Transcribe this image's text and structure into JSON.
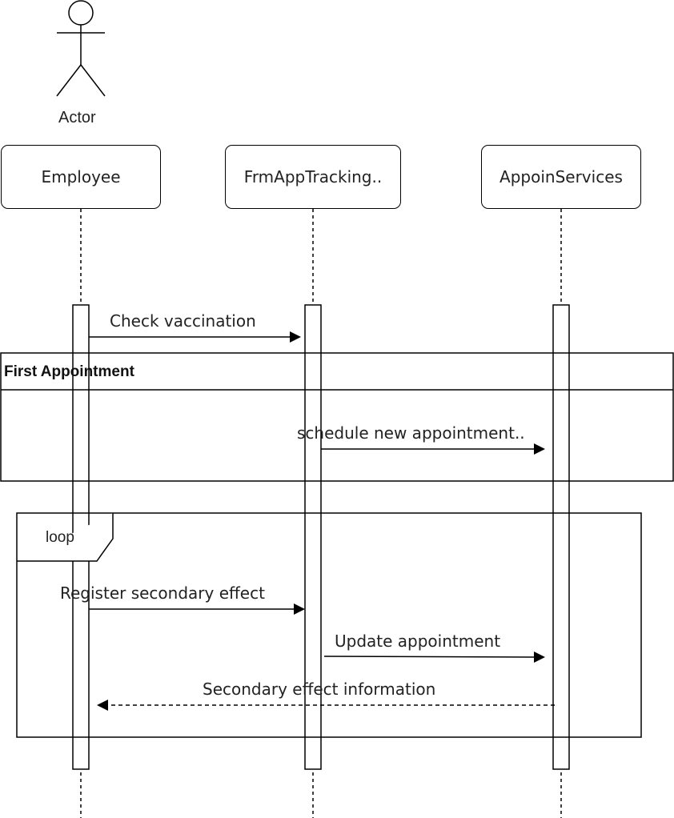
{
  "actor": {
    "label": "Actor"
  },
  "lifelines": [
    {
      "label": "Employee"
    },
    {
      "label": "FrmAppTracking.."
    },
    {
      "label": "AppoinServices"
    }
  ],
  "frames": {
    "first_appointment": {
      "title": "First Appointment"
    },
    "loop": {
      "label": "loop"
    }
  },
  "messages": [
    {
      "label": "Check vaccination",
      "from": "Employee",
      "to": "FrmAppTracking..",
      "style": "solid"
    },
    {
      "label": "schedule new appointment..",
      "from": "FrmAppTracking..",
      "to": "AppoinServices",
      "style": "solid"
    },
    {
      "label": "Register secondary effect",
      "from": "Employee",
      "to": "FrmAppTracking..",
      "style": "solid"
    },
    {
      "label": "Update appointment",
      "from": "FrmAppTracking..",
      "to": "AppoinServices",
      "style": "solid"
    },
    {
      "label": "Secondary effect information",
      "from": "AppoinServices",
      "to": "Employee",
      "style": "dashed"
    }
  ]
}
